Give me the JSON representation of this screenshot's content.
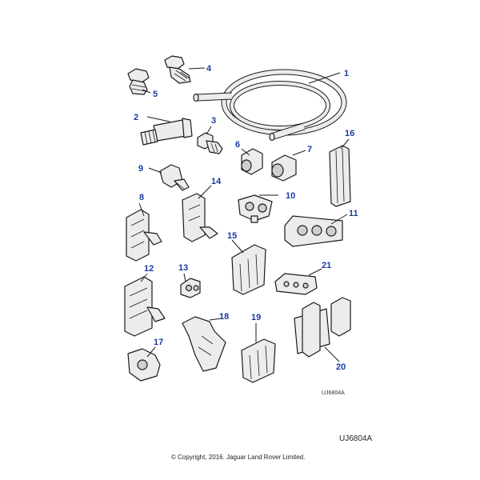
{
  "diagram": {
    "reference_code": "UJ6804A",
    "copyright": "© Copyright, 2016. Jaguar Land Rover Limited.",
    "callout_color": "#1a3aa0",
    "callouts": [
      "1",
      "2",
      "3",
      "4",
      "5",
      "6",
      "7",
      "8",
      "9",
      "10",
      "11",
      "12",
      "13",
      "14",
      "15",
      "16",
      "17",
      "18",
      "19",
      "20",
      "21"
    ]
  }
}
